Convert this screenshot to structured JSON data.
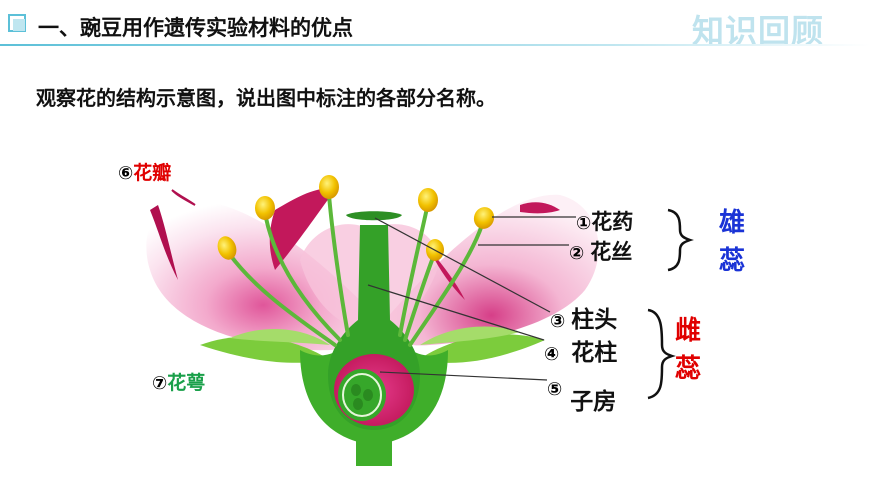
{
  "header": {
    "title": "一、豌豆用作遗传实验材料的优点",
    "right_title": "知识回顾",
    "accent_color": "#5cc0d8"
  },
  "instruction": "观察花的结构示意图，说出图中标注的各部分名称。",
  "labels": {
    "petal": {
      "num": "⑥",
      "text": "花瓣"
    },
    "sepal": {
      "num": "⑦",
      "text": "花萼"
    },
    "anther": {
      "num": "①",
      "text": "花药"
    },
    "filament": {
      "num": "②",
      "text": "花丝"
    },
    "stigma": {
      "num": "③",
      "text": "柱头"
    },
    "style": {
      "num": "④",
      "text": "花柱"
    },
    "ovary": {
      "num": "⑤",
      "text": "子房"
    }
  },
  "groups": {
    "stamen": "雄蕊",
    "pistil": "雌蕊"
  },
  "colors": {
    "petal": "#f4c0d8",
    "petal_edge": "#c2185b",
    "green": "#3fae2a",
    "anther": "#f2c200",
    "stamen_group": "#1a33d6",
    "pistil_group": "#e00000"
  }
}
